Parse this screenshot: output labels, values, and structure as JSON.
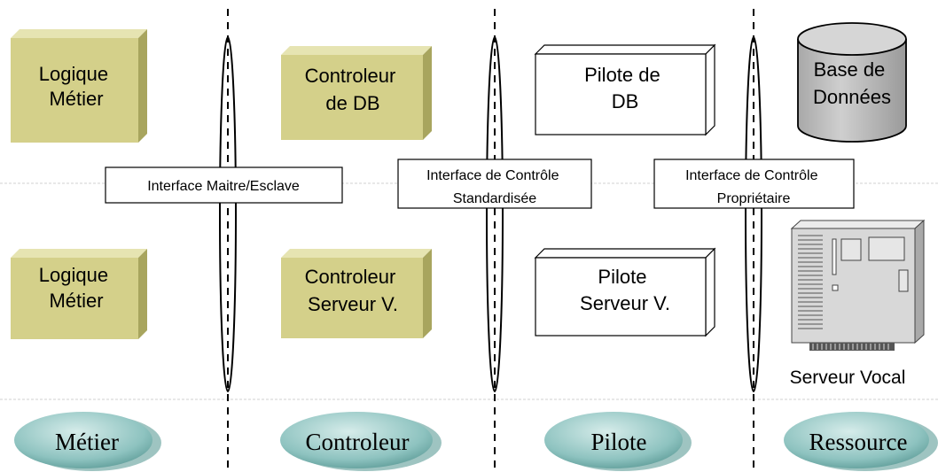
{
  "columns": {
    "metier_top": [
      "Logique",
      "Métier"
    ],
    "metier_bottom": [
      "Logique",
      "Métier"
    ],
    "controleur_top": [
      "Controleur",
      "de DB"
    ],
    "controleur_bottom": [
      "Controleur",
      "Serveur V."
    ],
    "pilote_top": [
      "Pilote de",
      "DB"
    ],
    "pilote_bottom": [
      "Pilote",
      "Serveur V."
    ],
    "database": [
      "Base de",
      "Données"
    ],
    "server_caption": "Serveur Vocal"
  },
  "interfaces": {
    "maitre_esclave": "Interface Maitre/Esclave",
    "standardisee": [
      "Interface de Contrôle",
      "Standardisée"
    ],
    "proprietaire": [
      "Interface de Contrôle",
      "Propriétaire"
    ]
  },
  "layers": [
    "Métier",
    "Controleur",
    "Pilote",
    "Ressource"
  ],
  "colors": {
    "olive_box": "#d4d08a",
    "olive_side": "#a8a55e",
    "olive_top": "#e6e4b2",
    "teal_ellipse": "#8ec3c0",
    "db_fill": "#bdbdbd",
    "server_fill": "#d8d8d8"
  }
}
